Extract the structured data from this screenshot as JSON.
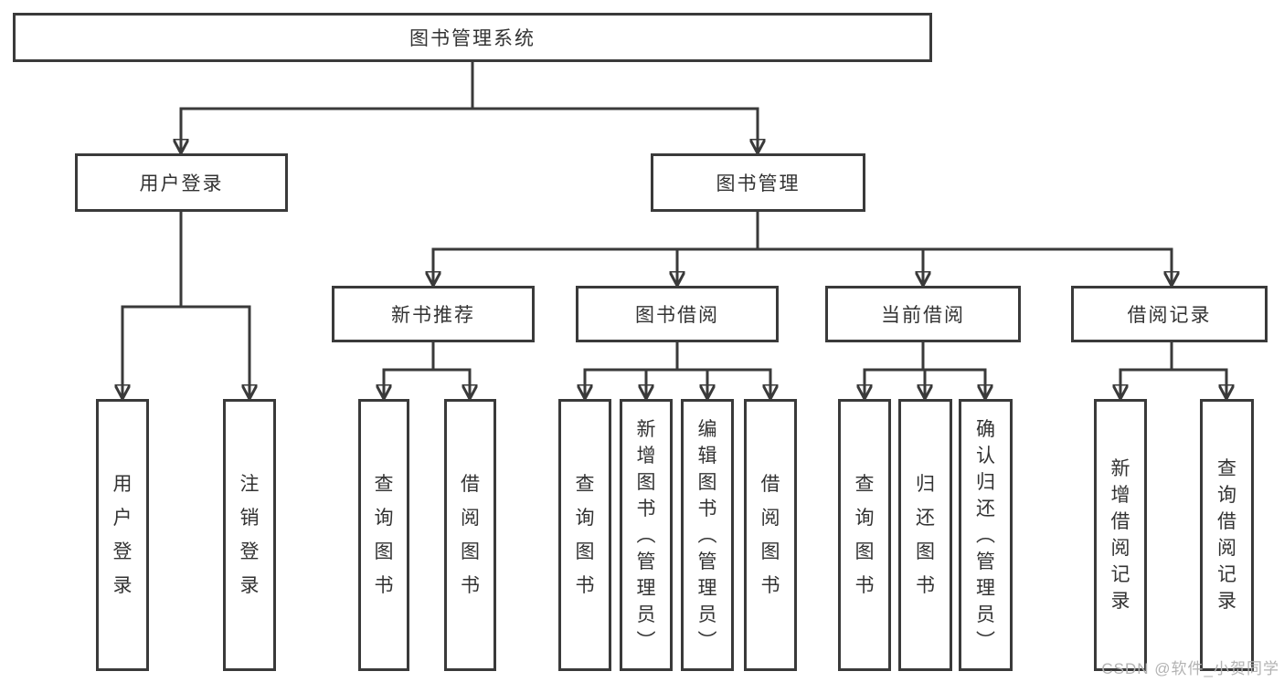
{
  "diagram": {
    "title": "图书管理系统",
    "level2": {
      "user_login": "用户登录",
      "book_mgmt": "图书管理"
    },
    "level3": {
      "new_book": "新书推荐",
      "book_borrow": "图书借阅",
      "current_borrow": "当前借阅",
      "borrow_records": "借阅记录"
    },
    "leaves": {
      "user_login": "用户登录",
      "logout": "注销登录",
      "nb_query": "查询图书",
      "nb_borrow": "借阅图书",
      "bb_query": "查询图书",
      "bb_add": "新增图书（管理员）",
      "bb_edit": "编辑图书（管理员）",
      "bb_borrow": "借阅图书",
      "cb_query": "查询图书",
      "cb_return": "归还图书",
      "cb_confirm": "确认归还（管理员）",
      "br_add": "新增借阅记录",
      "br_query": "查询借阅记录"
    }
  },
  "watermark": "CSDN @软件_小贺同学",
  "colors": {
    "line": "#3a3a3a",
    "text": "#333333",
    "watermark": "#b3b3b3",
    "background": "#ffffff"
  }
}
